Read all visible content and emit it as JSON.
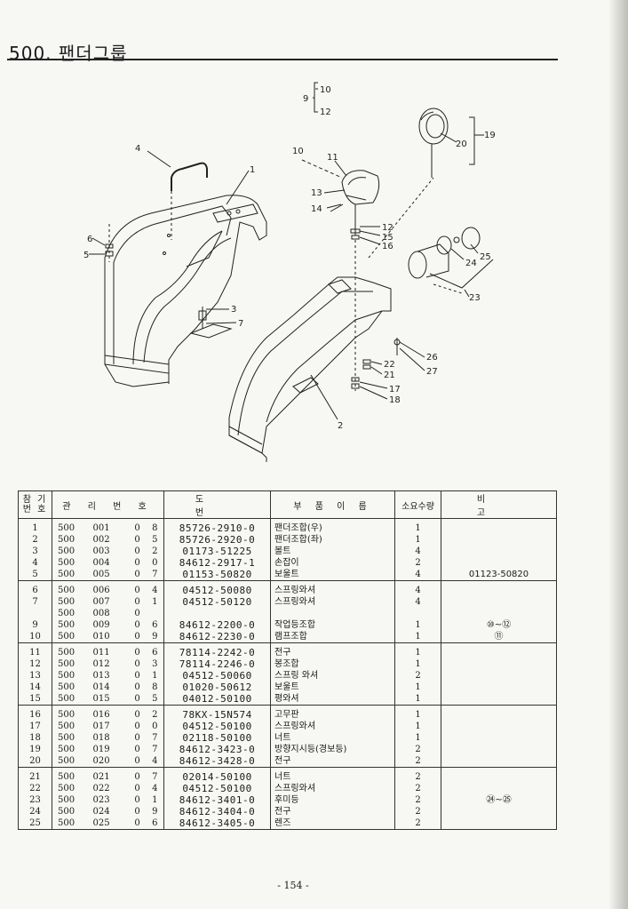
{
  "title": "500. 팬더그룹",
  "header_faint": "",
  "callouts": {
    "c1": "1",
    "c2": "2",
    "c3": "3",
    "c4": "4",
    "c5": "5",
    "c6": "6",
    "c7": "7",
    "c9": "9",
    "c10a": "10",
    "c10b": "10",
    "c11": "11",
    "c12a": "12",
    "c12b": "12",
    "c13": "13",
    "c14": "14",
    "c15": "15",
    "c16": "16",
    "c17": "17",
    "c18": "18",
    "c19": "19",
    "c20": "20",
    "c21": "21",
    "c22": "22",
    "c23": "23",
    "c24": "24",
    "c25": "25",
    "c26": "26",
    "c27": "27"
  },
  "table": {
    "headers": {
      "no": "참 기\n번 호",
      "mgmt": "관 리 번 호",
      "drawing": "도 번",
      "name": "부 품 이 름",
      "qty": "소요수량",
      "remarks": "비 고"
    },
    "groups": [
      [
        {
          "no": "1",
          "m1": "500",
          "m2": "001",
          "m3": "0",
          "m4": "8",
          "pn": "85726-2910-0",
          "name": "팬더조합(우)",
          "qty": "1",
          "rem": ""
        },
        {
          "no": "2",
          "m1": "500",
          "m2": "002",
          "m3": "0",
          "m4": "5",
          "pn": "85726-2920-0",
          "name": "팬더조합(좌)",
          "qty": "1",
          "rem": ""
        },
        {
          "no": "3",
          "m1": "500",
          "m2": "003",
          "m3": "0",
          "m4": "2",
          "pn": "01173-51225",
          "name": "볼트",
          "qty": "4",
          "rem": ""
        },
        {
          "no": "4",
          "m1": "500",
          "m2": "004",
          "m3": "0",
          "m4": "0",
          "pn": "84612-2917-1",
          "name": "손잡이",
          "qty": "2",
          "rem": ""
        },
        {
          "no": "5",
          "m1": "500",
          "m2": "005",
          "m3": "0",
          "m4": "7",
          "pn": "01153-50820",
          "name": "보울트",
          "qty": "4",
          "rem": "01123-50820"
        }
      ],
      [
        {
          "no": "6",
          "m1": "500",
          "m2": "006",
          "m3": "0",
          "m4": "4",
          "pn": "04512-50080",
          "name": "스프링와셔",
          "qty": "4",
          "rem": ""
        },
        {
          "no": "7",
          "m1": "500",
          "m2": "007",
          "m3": "0",
          "m4": "1",
          "pn": "04512-50120",
          "name": "스프링와셔",
          "qty": "4",
          "rem": ""
        },
        {
          "no": "",
          "m1": "500",
          "m2": "008",
          "m3": "0",
          "m4": "",
          "pn": "",
          "name": "",
          "qty": "",
          "rem": ""
        },
        {
          "no": "9",
          "m1": "500",
          "m2": "009",
          "m3": "0",
          "m4": "6",
          "pn": "84612-2200-0",
          "name": "작업등조합",
          "qty": "1",
          "rem": "⑩~⑫"
        },
        {
          "no": "10",
          "m1": "500",
          "m2": "010",
          "m3": "0",
          "m4": "9",
          "pn": "84612-2230-0",
          "name": "램프조합",
          "qty": "1",
          "rem": "⑪"
        }
      ],
      [
        {
          "no": "11",
          "m1": "500",
          "m2": "011",
          "m3": "0",
          "m4": "6",
          "pn": "78114-2242-0",
          "name": "전구",
          "qty": "1",
          "rem": ""
        },
        {
          "no": "12",
          "m1": "500",
          "m2": "012",
          "m3": "0",
          "m4": "3",
          "pn": "78114-2246-0",
          "name": "봉조합",
          "qty": "1",
          "rem": ""
        },
        {
          "no": "13",
          "m1": "500",
          "m2": "013",
          "m3": "0",
          "m4": "1",
          "pn": "04512-50060",
          "name": "스프링 와셔",
          "qty": "2",
          "rem": ""
        },
        {
          "no": "14",
          "m1": "500",
          "m2": "014",
          "m3": "0",
          "m4": "8",
          "pn": "01020-50612",
          "name": "보울트",
          "qty": "1",
          "rem": ""
        },
        {
          "no": "15",
          "m1": "500",
          "m2": "015",
          "m3": "0",
          "m4": "5",
          "pn": "04012-50100",
          "name": "평와셔",
          "qty": "1",
          "rem": ""
        }
      ],
      [
        {
          "no": "16",
          "m1": "500",
          "m2": "016",
          "m3": "0",
          "m4": "2",
          "pn": "78KX-15N574",
          "name": "고무판",
          "qty": "1",
          "rem": ""
        },
        {
          "no": "17",
          "m1": "500",
          "m2": "017",
          "m3": "0",
          "m4": "0",
          "pn": "04512-50100",
          "name": "스프링와셔",
          "qty": "1",
          "rem": ""
        },
        {
          "no": "18",
          "m1": "500",
          "m2": "018",
          "m3": "0",
          "m4": "7",
          "pn": "02118-50100",
          "name": "너트",
          "qty": "1",
          "rem": ""
        },
        {
          "no": "19",
          "m1": "500",
          "m2": "019",
          "m3": "0",
          "m4": "7",
          "pn": "84612-3423-0",
          "name": "방향지시등(경보등)",
          "qty": "2",
          "rem": ""
        },
        {
          "no": "20",
          "m1": "500",
          "m2": "020",
          "m3": "0",
          "m4": "4",
          "pn": "84612-3428-0",
          "name": "전구",
          "qty": "2",
          "rem": ""
        }
      ],
      [
        {
          "no": "21",
          "m1": "500",
          "m2": "021",
          "m3": "0",
          "m4": "7",
          "pn": "02014-50100",
          "name": "너트",
          "qty": "2",
          "rem": ""
        },
        {
          "no": "22",
          "m1": "500",
          "m2": "022",
          "m3": "0",
          "m4": "4",
          "pn": "04512-50100",
          "name": "스프링와셔",
          "qty": "2",
          "rem": ""
        },
        {
          "no": "23",
          "m1": "500",
          "m2": "023",
          "m3": "0",
          "m4": "1",
          "pn": "84612-3401-0",
          "name": "후미등",
          "qty": "2",
          "rem": "㉔~㉕"
        },
        {
          "no": "24",
          "m1": "500",
          "m2": "024",
          "m3": "0",
          "m4": "9",
          "pn": "84612-3404-0",
          "name": "전구",
          "qty": "2",
          "rem": ""
        },
        {
          "no": "25",
          "m1": "500",
          "m2": "025",
          "m3": "0",
          "m4": "6",
          "pn": "84612-3405-0",
          "name": "렌즈",
          "qty": "2",
          "rem": ""
        }
      ]
    ]
  },
  "page_number": "- 154 -"
}
